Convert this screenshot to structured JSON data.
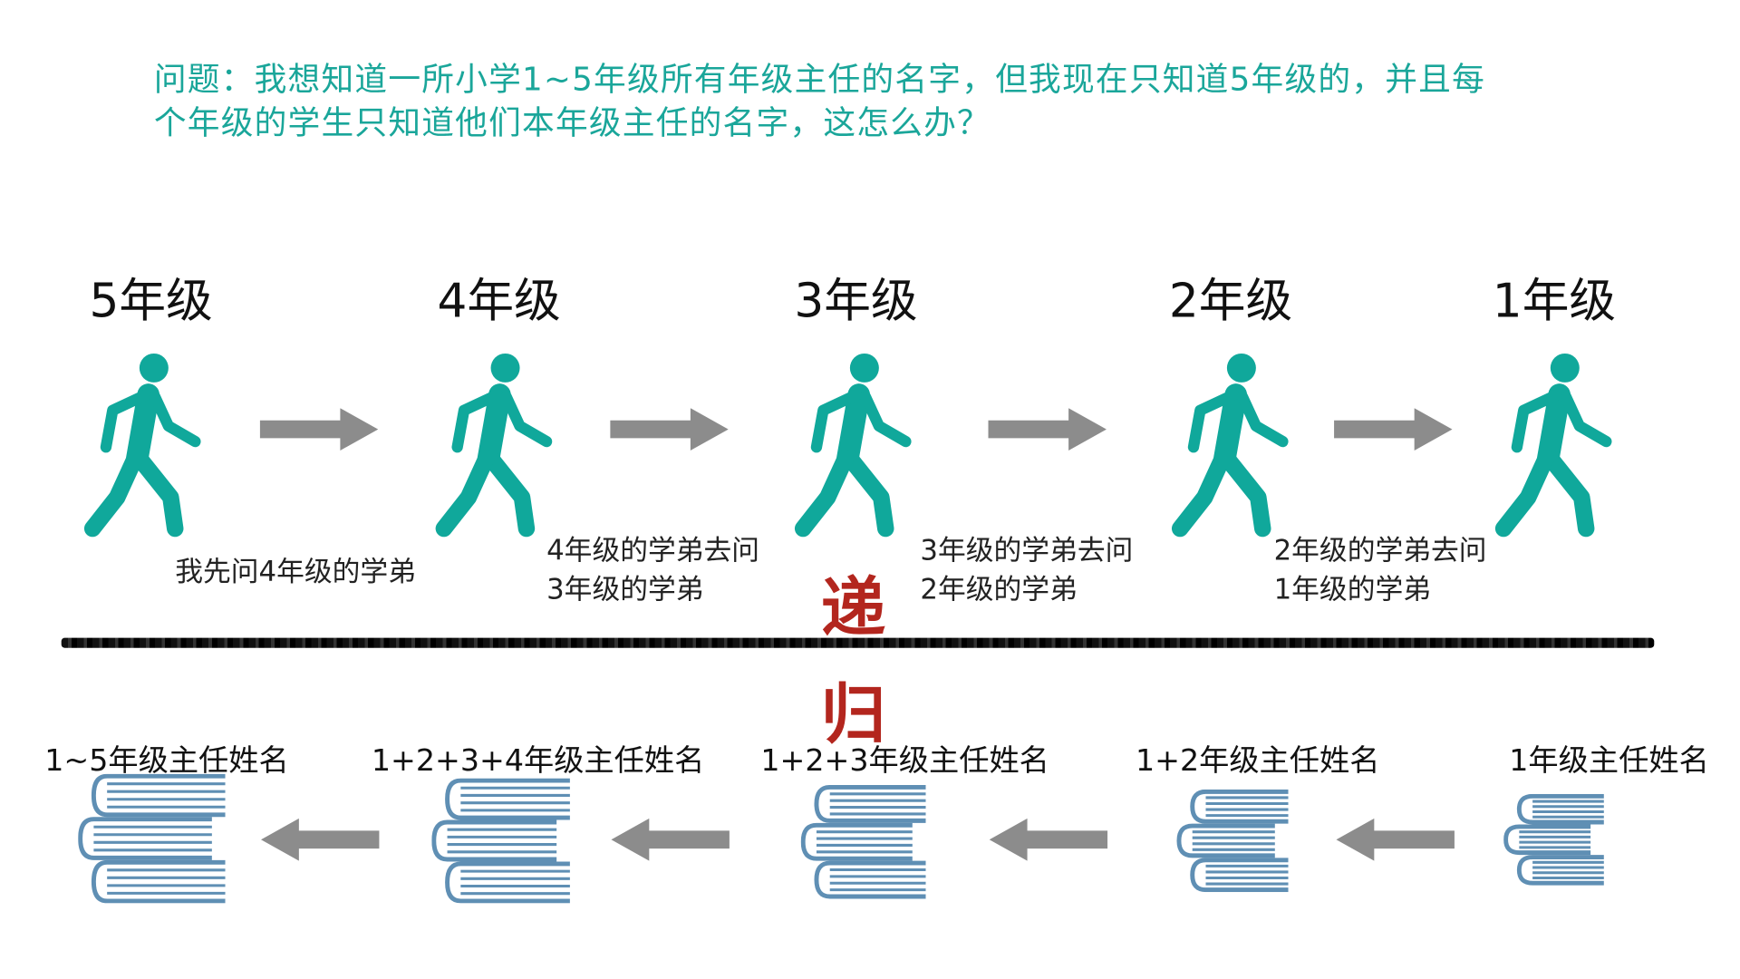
{
  "question": {
    "line1": "问题：我想知道一所小学1~5年级所有年级主任的名字，但我现在只知道5年级的，并且每",
    "line2": "个年级的学生只知道他们本年级主任的名字，这怎么办？"
  },
  "grades": [
    "5年级",
    "4年级",
    "3年级",
    "2年级",
    "1年级"
  ],
  "captions": [
    {
      "l1": "我先问4年级的学弟",
      "l2": ""
    },
    {
      "l1": "4年级的学弟去问",
      "l2": "3年级的学弟"
    },
    {
      "l1": "3年级的学弟去问",
      "l2": "2年级的学弟"
    },
    {
      "l1": "2年级的学弟去问",
      "l2": "1年级的学弟"
    }
  ],
  "recursion": {
    "pass": "递",
    "return": "归"
  },
  "results": [
    "1~5年级主任姓名",
    "1+2+3+4年级主任姓名",
    "1+2+3年级主任姓名",
    "1+2年级主任姓名",
    "1年级主任姓名"
  ],
  "colors": {
    "teal": "#10a89b",
    "arrow": "#8c8c8c",
    "book": "#5f8fb4",
    "red": "#b3261e",
    "question": "#1aa69a"
  }
}
